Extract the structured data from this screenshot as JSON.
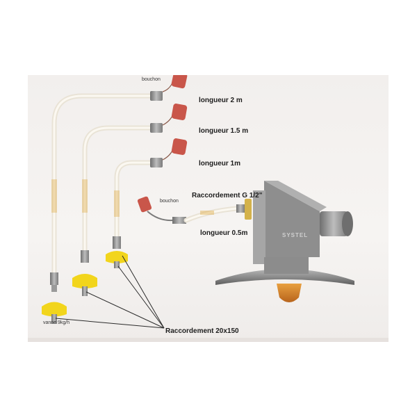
{
  "labels": {
    "bouchon_top": "bouchon",
    "longueur_2m": "longueur 2 m",
    "longueur_1_5m": "longueur 1.5 m",
    "longueur_1m": "longueur 1m",
    "raccordement_g": "Raccordement G 1/2\"",
    "bouchon_mid": "bouchon",
    "longueur_0_5m": "longueur 0.5m",
    "vanne": "vanne 9kg/h",
    "raccordement_20x150": "Raccordement 20x150",
    "brand": "SYSTEL"
  },
  "colors": {
    "hose": "#f4efe4",
    "cap": "#c9564a",
    "valve": "#f2d51c",
    "steel": "#9a9a9a",
    "burner": "#d98a2a"
  }
}
